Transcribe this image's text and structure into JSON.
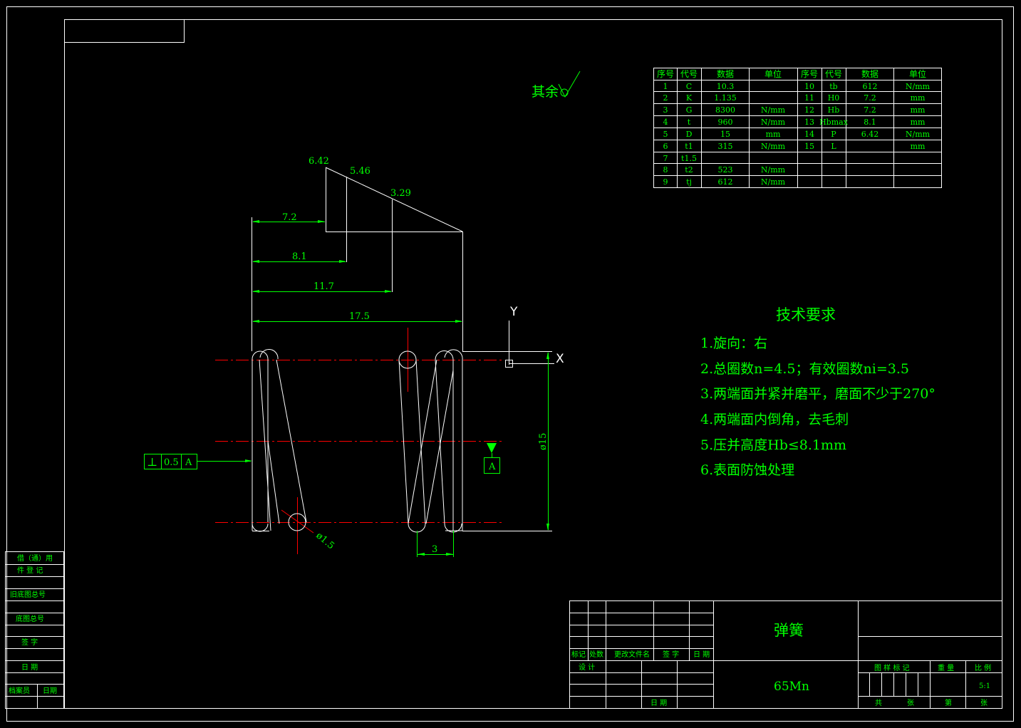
{
  "finish": {
    "label": "其余"
  },
  "params": {
    "headers": [
      "序号",
      "代号",
      "数据",
      "单位",
      "序号",
      "代号",
      "数据",
      "单位"
    ],
    "rows": [
      [
        "1",
        "C",
        "10.3",
        "",
        "10",
        "tb",
        "612",
        "N/mm"
      ],
      [
        "2",
        "K",
        "1.135",
        "",
        "11",
        "H0",
        "7.2",
        "mm"
      ],
      [
        "3",
        "G",
        "8300",
        "N/mm",
        "12",
        "Hb",
        "7.2",
        "mm"
      ],
      [
        "4",
        "t",
        "960",
        "N/mm",
        "13",
        "Hbmax",
        "8.1",
        "mm"
      ],
      [
        "5",
        "D",
        "15",
        "mm",
        "14",
        "P",
        "6.42",
        "N/mm"
      ],
      [
        "6",
        "t1",
        "315",
        "N/mm",
        "15",
        "L",
        "",
        "mm"
      ],
      [
        "7",
        "t1.5",
        "",
        "",
        "",
        "",
        "",
        ""
      ],
      [
        "8",
        "t2",
        "523",
        "N/mm",
        "",
        "",
        "",
        ""
      ],
      [
        "9",
        "tj",
        "612",
        "N/mm",
        "",
        "",
        "",
        ""
      ]
    ]
  },
  "load_diagram": {
    "forces": [
      "6.42",
      "5.46",
      "3.29"
    ],
    "lengths": [
      "7.2",
      "8.1",
      "11.7",
      "17.5"
    ]
  },
  "dims": {
    "diameter": "ø15",
    "wire": "ø1.5",
    "pitch": "3",
    "tol_symbol": "⊥",
    "tol_value": "0.5",
    "datum": "A",
    "axis_x": "X",
    "axis_y": "Y"
  },
  "tech": {
    "title": "技术要求",
    "items": [
      "1.旋向：右",
      "2.总圈数n=4.5；有效圈数ni=3.5",
      "3.两端面并紧并磨平，磨面不少于270°",
      "4.两端面内倒角，去毛刺",
      "5.压并高度Hb≤8.1mm",
      "6.表面防蚀处理"
    ]
  },
  "left_strip": {
    "items": [
      "借（通）用",
      "件 登 记",
      "旧底图总号",
      "底图总号",
      "签 字",
      "日 期",
      "档案员",
      "日期"
    ]
  },
  "title_block": {
    "part_name": "弹簧",
    "material": "65Mn",
    "headers": [
      "标记",
      "处数",
      "更改文件名",
      "签 字",
      "日 期"
    ],
    "design": "设 计",
    "date": "日 期",
    "stage": "图 样 标 记",
    "weight": "重 量",
    "scale_label": "比 例",
    "scale": "5:1",
    "total": "共",
    "sheets": "张",
    "page": "第",
    "page_unit": "张"
  }
}
